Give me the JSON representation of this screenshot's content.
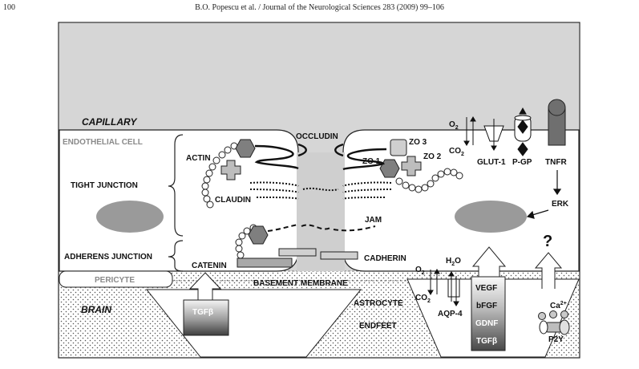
{
  "header": {
    "page_number": "100",
    "citation": "B.O. Popescu et al. / Journal of the Neurological Sciences 283 (2009) 99–106"
  },
  "labels": {
    "capillary": "CAPILLARY",
    "endothelial_cell": "ENDOTHELIAL CELL",
    "tight_junction": "TIGHT JUNCTION",
    "adherens_junction": "ADHERENS JUNCTION",
    "actin": "ACTIN",
    "occludin": "OCCLUDIN",
    "zo3": "ZO 3",
    "zo2": "ZO 2",
    "zo1": "ZO 1",
    "claudin": "CLAUDIN",
    "jam": "JAM",
    "catenin": "CATENIN",
    "cadherin": "CADHERIN",
    "o2_top": "O",
    "o2_top_sub": "2",
    "co2_top": "CO",
    "co2_top_sub": "2",
    "glut1": "GLUT-1",
    "pgp": "P-GP",
    "tnfr": "TNFR",
    "erk": "ERK",
    "question": "?",
    "pericyte": "PERICYTE",
    "basement_membrane": "BASEMENT MEMBRANE",
    "brain": "BRAIN",
    "tgfb_left": "TGFβ",
    "astrocyte": "ASTROCYTE",
    "endfeet": "ENDFEET",
    "o2_bottom": "O",
    "o2_bottom_sub": "2",
    "co2_bottom": "CO",
    "co2_bottom_sub": "2",
    "h2o": "H",
    "h2o_sub": "2",
    "h2o_end": "O",
    "aqp4": "AQP-4",
    "vegf": "VEGF",
    "bfgf": "bFGF",
    "gdnf": "GDNF",
    "tgfb_right": "TGFβ",
    "ca": "Ca",
    "ca_sup": "2+",
    "p2y": "P2Y"
  },
  "colors": {
    "capillary_lumen": "#d6d6d6",
    "nucleus": "#9a9a9a",
    "hexagon": "#7f7f7f",
    "cross": "#bdbdbd",
    "tnfr_dark": "#6f6f6f"
  }
}
